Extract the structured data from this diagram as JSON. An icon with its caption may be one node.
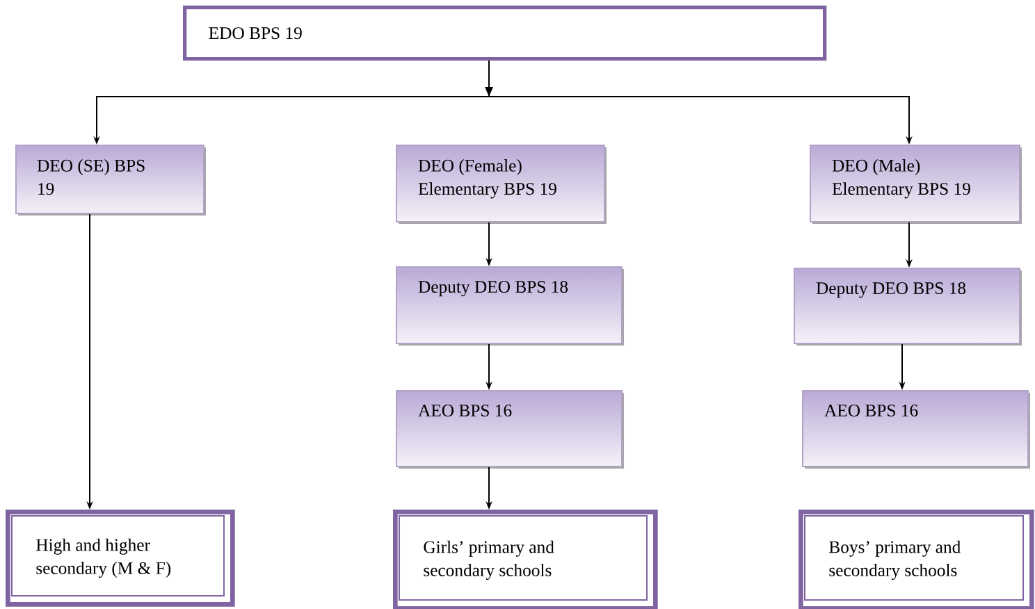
{
  "diagram": {
    "nodes": [
      {
        "text": [
          "EDO BPS 19"
        ]
      },
      {
        "text": [
          "DEO (SE) BPS 19"
        ]
      },
      {
        "text": [
          "DEO (Female) Elementary BPS 19"
        ]
      },
      {
        "text": [
          "DEO (Male) Elementary BPS 19"
        ]
      },
      {
        "text": [
          "Deputy DEO BPS 18"
        ]
      },
      {
        "text": [
          "Deputy DEO BPS 18"
        ]
      },
      {
        "text": [
          "AEO BPS 16"
        ]
      },
      {
        "text": [
          "AEO BPS 16"
        ]
      },
      {
        "text": [
          "High and higher secondary (M & F)"
        ]
      },
      {
        "text": [
          "Girls’ primary and secondary schools"
        ]
      },
      {
        "text": [
          "Boys’ primary and secondary schools"
        ]
      }
    ],
    "edges": [
      {
        "from": 0,
        "to": 1,
        "arrow": "to"
      },
      {
        "from": 0,
        "to": 3,
        "arrow": "to"
      },
      {
        "from": 1,
        "to": 8,
        "arrow": "to"
      },
      {
        "from": 2,
        "to": 4,
        "arrow": "to"
      },
      {
        "from": 4,
        "to": 6,
        "arrow": "to"
      },
      {
        "from": 6,
        "to": 9,
        "arrow": "to"
      },
      {
        "from": 3,
        "to": 5,
        "arrow": "to"
      },
      {
        "from": 5,
        "to": 7,
        "arrow": "to"
      }
    ]
  }
}
